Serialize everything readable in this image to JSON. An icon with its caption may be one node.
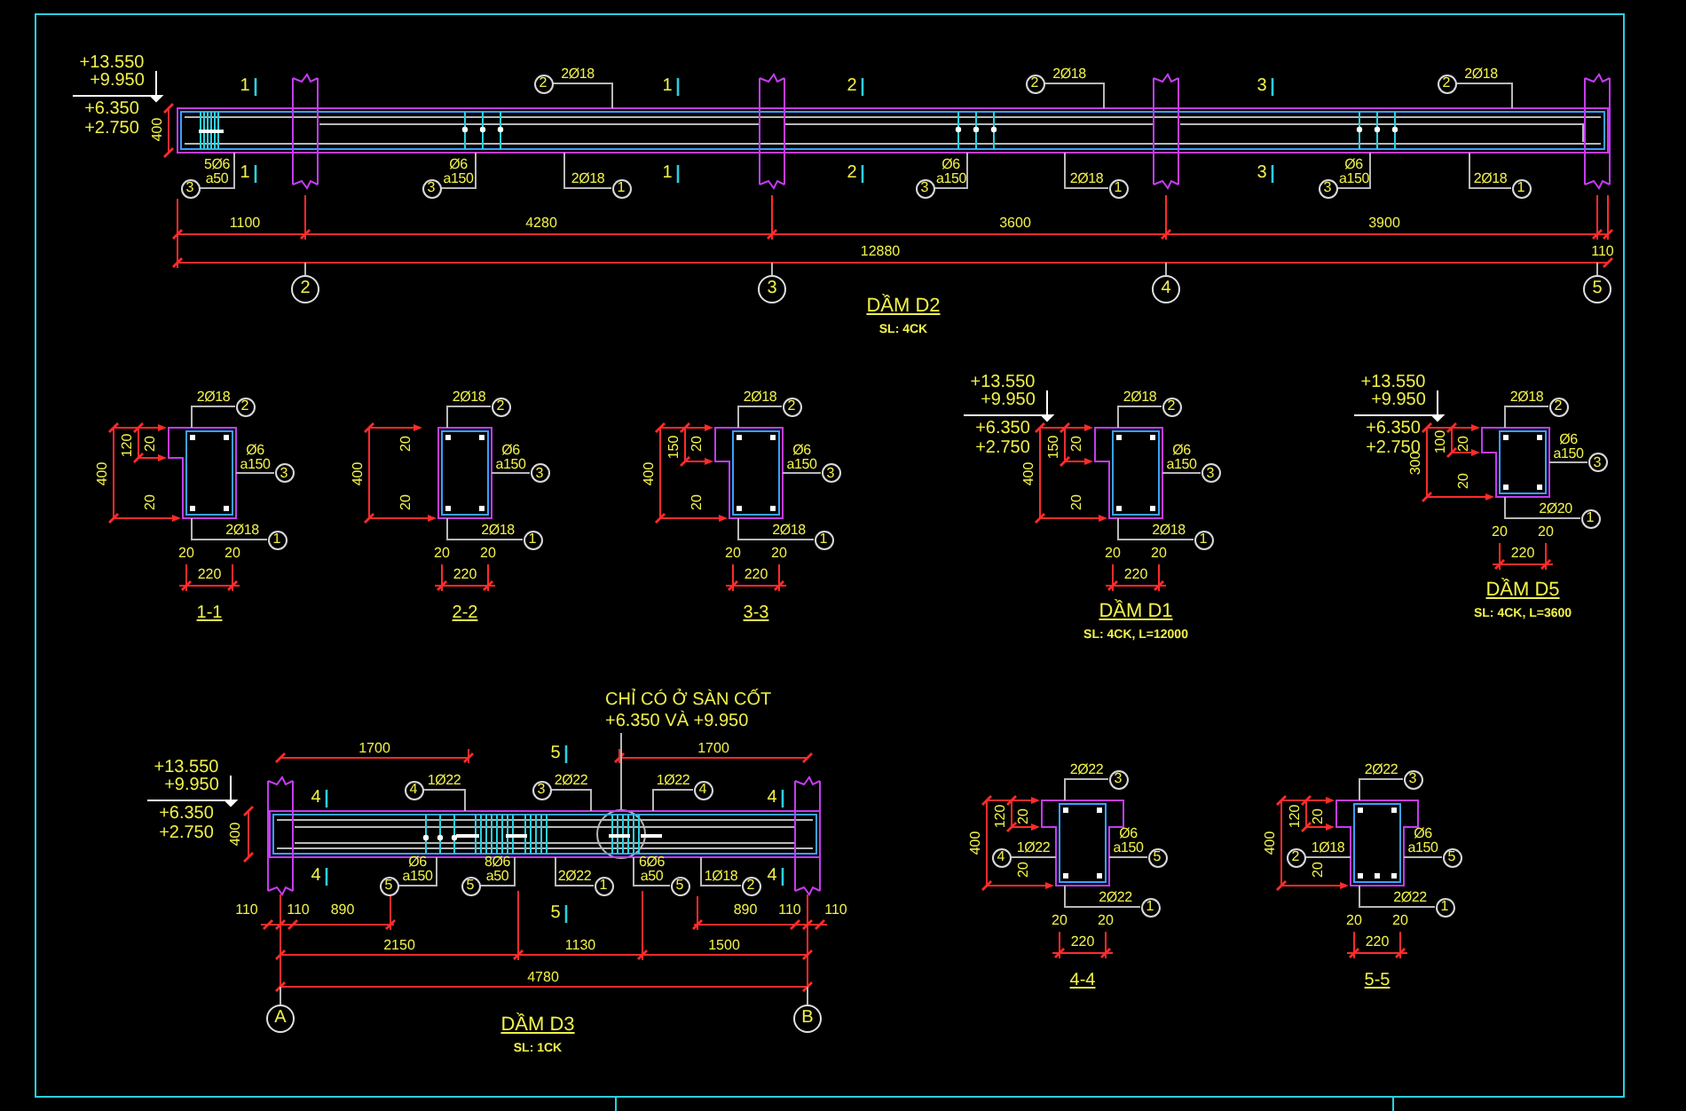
{
  "diagram": {
    "nodes": [
      {
        "text": [
          "2"
        ],
        "beside": [
          "2Ø18"
        ]
      },
      {
        "text": [
          "2"
        ],
        "beside": [
          "2Ø18"
        ]
      },
      {
        "text": [
          "2"
        ],
        "beside": [
          "2Ø18"
        ]
      },
      {
        "text": [
          "3"
        ],
        "beside": [
          "5Ø6 a50"
        ]
      },
      {
        "text": [
          "3"
        ],
        "beside": [
          "Ø6 a150"
        ]
      },
      {
        "text": [
          "1"
        ],
        "beside": [
          "2Ø18"
        ]
      },
      {
        "text": [
          "3"
        ],
        "beside": [
          "Ø6 a150"
        ]
      },
      {
        "text": [
          "1"
        ],
        "beside": [
          "2Ø18"
        ]
      },
      {
        "text": [
          "3"
        ],
        "beside": [
          "Ø6 a150"
        ]
      },
      {
        "text": [
          "1"
        ],
        "beside": [
          "2Ø18"
        ]
      },
      {
        "text": [
          "2"
        ]
      },
      {
        "text": [
          "3"
        ]
      },
      {
        "text": [
          "4"
        ]
      },
      {
        "text": [
          "5"
        ]
      },
      {
        "text": [
          "2"
        ],
        "beside": [
          "2Ø18"
        ]
      },
      {
        "text": [
          "3"
        ],
        "beside": [
          "Ø6 a150"
        ]
      },
      {
        "text": [
          "1"
        ],
        "beside": [
          "2Ø18"
        ]
      },
      {
        "text": [
          "2"
        ],
        "beside": [
          "2Ø18"
        ]
      },
      {
        "text": [
          "3"
        ],
        "beside": [
          "Ø6 a150"
        ]
      },
      {
        "text": [
          "1"
        ],
        "beside": [
          "2Ø18"
        ]
      },
      {
        "text": [
          "2"
        ],
        "beside": [
          "2Ø18"
        ]
      },
      {
        "text": [
          "3"
        ],
        "beside": [
          "Ø6 a150"
        ]
      },
      {
        "text": [
          "1"
        ],
        "beside": [
          "2Ø18"
        ]
      },
      {
        "text": [
          "2"
        ],
        "beside": [
          "2Ø18"
        ]
      },
      {
        "text": [
          "3"
        ],
        "beside": [
          "Ø6 a150"
        ]
      },
      {
        "text": [
          "1"
        ],
        "beside": [
          "2Ø18"
        ]
      },
      {
        "text": [
          "2"
        ],
        "beside": [
          "2Ø18"
        ]
      },
      {
        "text": [
          "3"
        ],
        "beside": [
          "Ø6 a150"
        ]
      },
      {
        "text": [
          "1"
        ],
        "beside": [
          "2Ø20"
        ]
      },
      {
        "text": [
          "4"
        ],
        "beside": [
          "1Ø22"
        ]
      },
      {
        "text": [
          "3"
        ],
        "beside": [
          "2Ø22"
        ]
      },
      {
        "text": [
          "4"
        ],
        "beside": [
          "1Ø22"
        ]
      },
      {
        "text": [
          "5"
        ],
        "beside": [
          "Ø6 a150"
        ]
      },
      {
        "text": [
          "5"
        ],
        "beside": [
          "8Ø6 a50"
        ]
      },
      {
        "text": [
          "1"
        ],
        "beside": [
          "2Ø22"
        ]
      },
      {
        "text": [
          "5"
        ],
        "beside": [
          "6Ø6 a50"
        ]
      },
      {
        "text": [
          "2"
        ],
        "beside": [
          "1Ø18"
        ]
      },
      {
        "text": [
          "CHỈ CÓ Ở SÀN CỐT +6.350 VÀ +9.950"
        ]
      },
      {
        "text": [],
        "shape": "circle",
        "in": 50
      },
      {
        "text": [
          "A"
        ]
      },
      {
        "text": [
          "B"
        ]
      },
      {
        "text": [
          "3"
        ],
        "beside": [
          "2Ø22"
        ]
      },
      {
        "text": [
          "4"
        ],
        "beside": [
          "1Ø22"
        ]
      },
      {
        "text": [
          "5"
        ],
        "beside": [
          "Ø6 a150"
        ]
      },
      {
        "text": [
          "1"
        ],
        "beside": [
          "2Ø22"
        ]
      },
      {
        "text": [
          "3"
        ],
        "beside": [
          "2Ø22"
        ]
      },
      {
        "text": [
          "2"
        ],
        "beside": [
          "1Ø18"
        ]
      },
      {
        "text": [
          "5"
        ],
        "beside": [
          "Ø6 a150"
        ]
      },
      {
        "text": [
          "1"
        ],
        "beside": [
          "2Ø22"
        ]
      },
      {
        "text": [],
        "shape": "picture"
      },
      {
        "text": [],
        "shape": "picture"
      },
      {
        "text": [],
        "shape": "picture"
      },
      {
        "text": [],
        "shape": "picture"
      },
      {
        "text": [],
        "shape": "picture"
      },
      {
        "text": [],
        "shape": "picture"
      },
      {
        "text": [],
        "shape": "picture"
      },
      {
        "text": [],
        "shape": "picture"
      },
      {
        "text": [],
        "shape": "picture"
      }
    ],
    "edges": [
      {
        "from": 0,
        "to": 49,
        "arrow": "none"
      },
      {
        "from": 1,
        "to": 49,
        "arrow": "none"
      },
      {
        "from": 2,
        "to": 49,
        "arrow": "none"
      },
      {
        "from": 3,
        "to": 49,
        "arrow": "none"
      },
      {
        "from": 4,
        "to": 49,
        "arrow": "none"
      },
      {
        "from": 5,
        "to": 49,
        "arrow": "none"
      },
      {
        "from": 6,
        "to": 49,
        "arrow": "none"
      },
      {
        "from": 7,
        "to": 49,
        "arrow": "none"
      },
      {
        "from": 8,
        "to": 49,
        "arrow": "none"
      },
      {
        "from": 9,
        "to": 49,
        "arrow": "none"
      },
      {
        "from": 14,
        "to": 51,
        "arrow": "none"
      },
      {
        "from": 15,
        "to": 51,
        "arrow": "none"
      },
      {
        "from": 16,
        "to": 51,
        "arrow": "none"
      },
      {
        "from": 17,
        "to": 52,
        "arrow": "none"
      },
      {
        "from": 18,
        "to": 52,
        "arrow": "none"
      },
      {
        "from": 19,
        "to": 52,
        "arrow": "none"
      },
      {
        "from": 20,
        "to": 53,
        "arrow": "none"
      },
      {
        "from": 21,
        "to": 53,
        "arrow": "none"
      },
      {
        "from": 22,
        "to": 53,
        "arrow": "none"
      },
      {
        "from": 23,
        "to": 54,
        "arrow": "none"
      },
      {
        "from": 24,
        "to": 54,
        "arrow": "none"
      },
      {
        "from": 25,
        "to": 54,
        "arrow": "none"
      },
      {
        "from": 26,
        "to": 55,
        "arrow": "none"
      },
      {
        "from": 27,
        "to": 55,
        "arrow": "none"
      },
      {
        "from": 28,
        "to": 55,
        "arrow": "none"
      },
      {
        "from": 29,
        "to": 50,
        "arrow": "none"
      },
      {
        "from": 30,
        "to": 50,
        "arrow": "none"
      },
      {
        "from": 31,
        "to": 50,
        "arrow": "none"
      },
      {
        "from": 32,
        "to": 50,
        "arrow": "none"
      },
      {
        "from": 33,
        "to": 50,
        "arrow": "none"
      },
      {
        "from": 34,
        "to": 50,
        "arrow": "none"
      },
      {
        "from": 35,
        "to": 50,
        "arrow": "none"
      },
      {
        "from": 36,
        "to": 50,
        "arrow": "none"
      },
      {
        "from": 37,
        "to": 38,
        "arrow": "none"
      },
      {
        "from": 41,
        "to": 56,
        "arrow": "none"
      },
      {
        "from": 42,
        "to": 56,
        "arrow": "none"
      },
      {
        "from": 43,
        "to": 56,
        "arrow": "none"
      },
      {
        "from": 44,
        "to": 56,
        "arrow": "none"
      },
      {
        "from": 45,
        "to": 57,
        "arrow": "none"
      },
      {
        "from": 46,
        "to": 57,
        "arrow": "none"
      },
      {
        "from": 47,
        "to": 57,
        "arrow": "none"
      },
      {
        "from": 48,
        "to": 57,
        "arrow": "none"
      }
    ],
    "labels": [
      "+13.550",
      "+9.950",
      "+6.350",
      "+2.750",
      "400",
      "1",
      "1",
      "1",
      "1",
      "2",
      "2",
      "3",
      "3",
      "1100",
      "4280",
      "3600",
      "3900",
      "12880",
      "110",
      "DẦM D2",
      "SL: 4CK",
      "20",
      "120",
      "400",
      "20",
      "20",
      "20",
      "220",
      "1-1",
      "20",
      "400",
      "20",
      "20",
      "20",
      "220",
      "2-2",
      "20",
      "150",
      "400",
      "20",
      "20",
      "20",
      "220",
      "3-3",
      "+13.550",
      "+9.950",
      "+6.350",
      "+2.750",
      "20",
      "150",
      "400",
      "20",
      "20",
      "20",
      "220",
      "DẦM D1",
      "SL: 4CK, L=12000",
      "+13.550",
      "+9.950",
      "+6.350",
      "+2.750",
      "20",
      "100",
      "300",
      "20",
      "20",
      "20",
      "220",
      "DẦM D5",
      "SL: 4CK, L=3600",
      "1700",
      "1700",
      "+13.550",
      "+9.950",
      "+6.350",
      "+2.750",
      "400",
      "4",
      "4",
      "5",
      "5",
      "4",
      "4",
      "110",
      "110",
      "890",
      "890",
      "110",
      "110",
      "2150",
      "1130",
      "1500",
      "4780",
      "DẦM D3",
      "SL: 1CK",
      "20",
      "120",
      "400",
      "20",
      "20",
      "20",
      "220",
      "4-4",
      "20",
      "120",
      "400",
      "20",
      "20",
      "20",
      "220",
      "5-5"
    ]
  }
}
